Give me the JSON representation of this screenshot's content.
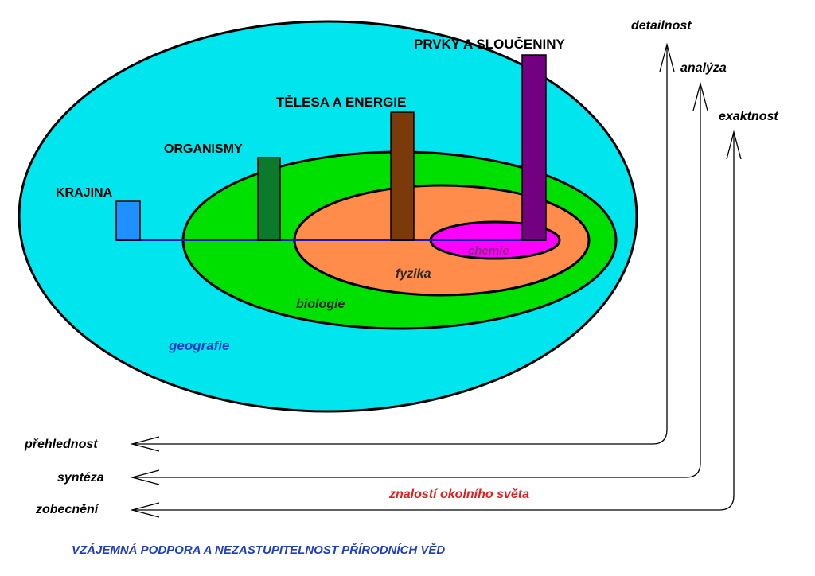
{
  "fields": {
    "geography": {
      "label": "geografie",
      "fill": "#00E5EE",
      "text_color": "#1F3FBF"
    },
    "biology": {
      "label": "biologie",
      "fill": "#00E000",
      "text_color": "#2A2A2A"
    },
    "physics": {
      "label": "fyzika",
      "fill": "#FF8C4A",
      "text_color": "#2A2A2A"
    },
    "chemistry": {
      "label": "chemie",
      "fill": "#FF00FF",
      "text_color": "#8A2A8A"
    }
  },
  "levels": [
    {
      "label": "KRAJINA",
      "color": "#1E90FF"
    },
    {
      "label": "ORGANISMY",
      "color": "#0B7A2A"
    },
    {
      "label": "TĚLESA A ENERGIE",
      "color": "#7A3A0A"
    },
    {
      "label": "PRVKY A SLOUČENINY",
      "color": "#730080"
    }
  ],
  "axes_up": [
    "detailnost",
    "analýza",
    "exaktnost"
  ],
  "axes_left": [
    "přehlednost",
    "syntéza",
    "zobecnění"
  ],
  "knowledge_label": "znalostí okolního světa",
  "knowledge_color": "#E02020",
  "title": "VZÁJEMNÁ PODPORA A NEZASTUPITELNOST PŘÍRODNÍCH VĚD",
  "title_color": "#1F3FBF"
}
